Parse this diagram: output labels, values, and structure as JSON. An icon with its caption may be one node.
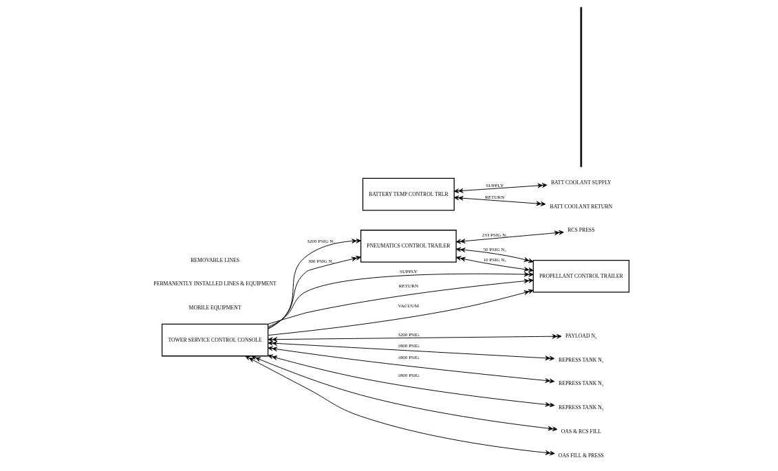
{
  "diagram": {
    "nodes": [
      {
        "text": [
          "PNEUMATICS CONTROL TRAILER"
        ]
      },
      {
        "text": [
          "PROPELLANT CONTROL TRAILER"
        ]
      },
      {
        "text": [
          "TOWER SERVICE CONTROL CONSOLE"
        ]
      },
      {
        "text": [
          "BATTERY TEMP CONTROL TRLR"
        ]
      },
      {
        "text": [],
        "shape": "bar"
      },
      {
        "text": [
          "RCS PRESS"
        ]
      },
      {
        "text": [
          "PAYLOAD N₂"
        ]
      },
      {
        "text": [
          "REPRESS TANK N₂"
        ]
      },
      {
        "text": [
          "REPRESS TANK N₂"
        ]
      },
      {
        "text": [
          "REPRESS TANK N₂"
        ]
      },
      {
        "text": [
          "OAS & RCS FILL"
        ]
      },
      {
        "text": [
          "OAS FILL & PRESS"
        ]
      },
      {
        "text": [
          "BATT COOLANT SUPPLY"
        ]
      },
      {
        "text": [
          "BATT COOLANT RETURN"
        ]
      }
    ],
    "edges": [
      {
        "from": 0,
        "to": 5,
        "arrow": "both",
        "label": "233 PSIG N₂"
      },
      {
        "from": 2,
        "to": 0,
        "arrow": "to",
        "label": "3200 PSIG N₂"
      },
      {
        "from": 2,
        "to": 0,
        "arrow": "to",
        "label": "300 PSIG N₂"
      },
      {
        "from": 0,
        "to": 1,
        "arrow": "both",
        "label": "50 PSIG N₂"
      },
      {
        "from": 0,
        "to": 1,
        "arrow": "both",
        "label": "10 PSIG N₂"
      },
      {
        "from": 2,
        "to": 1,
        "arrow": "to",
        "label": "SUPPLY"
      },
      {
        "from": 2,
        "to": 1,
        "arrow": "to",
        "label": "RETURN"
      },
      {
        "from": 2,
        "to": 1,
        "arrow": "to",
        "label": "VACUUM"
      },
      {
        "from": 2,
        "to": 6,
        "arrow": "both",
        "label": "3200 PSIG"
      },
      {
        "from": 2,
        "to": 7,
        "arrow": "both",
        "label": "1800 PSIG"
      },
      {
        "from": 2,
        "to": 8,
        "arrow": "both",
        "label": "1800 PSIG"
      },
      {
        "from": 2,
        "to": 9,
        "arrow": "both",
        "label": "1800 PSIG"
      },
      {
        "from": 2,
        "to": 10,
        "arrow": "both"
      },
      {
        "from": 2,
        "to": 11,
        "arrow": "both"
      },
      {
        "from": 3,
        "to": 12,
        "arrow": "both",
        "label": "SUPPLY"
      },
      {
        "from": 3,
        "to": 13,
        "arrow": "both",
        "label": "RETURN"
      }
    ],
    "labels": [
      "MOBILE EQUIPMENT",
      "PERMANENTLY INSTALLED LINES & EQUIPMENT",
      "REMOVABLE LINES"
    ]
  }
}
